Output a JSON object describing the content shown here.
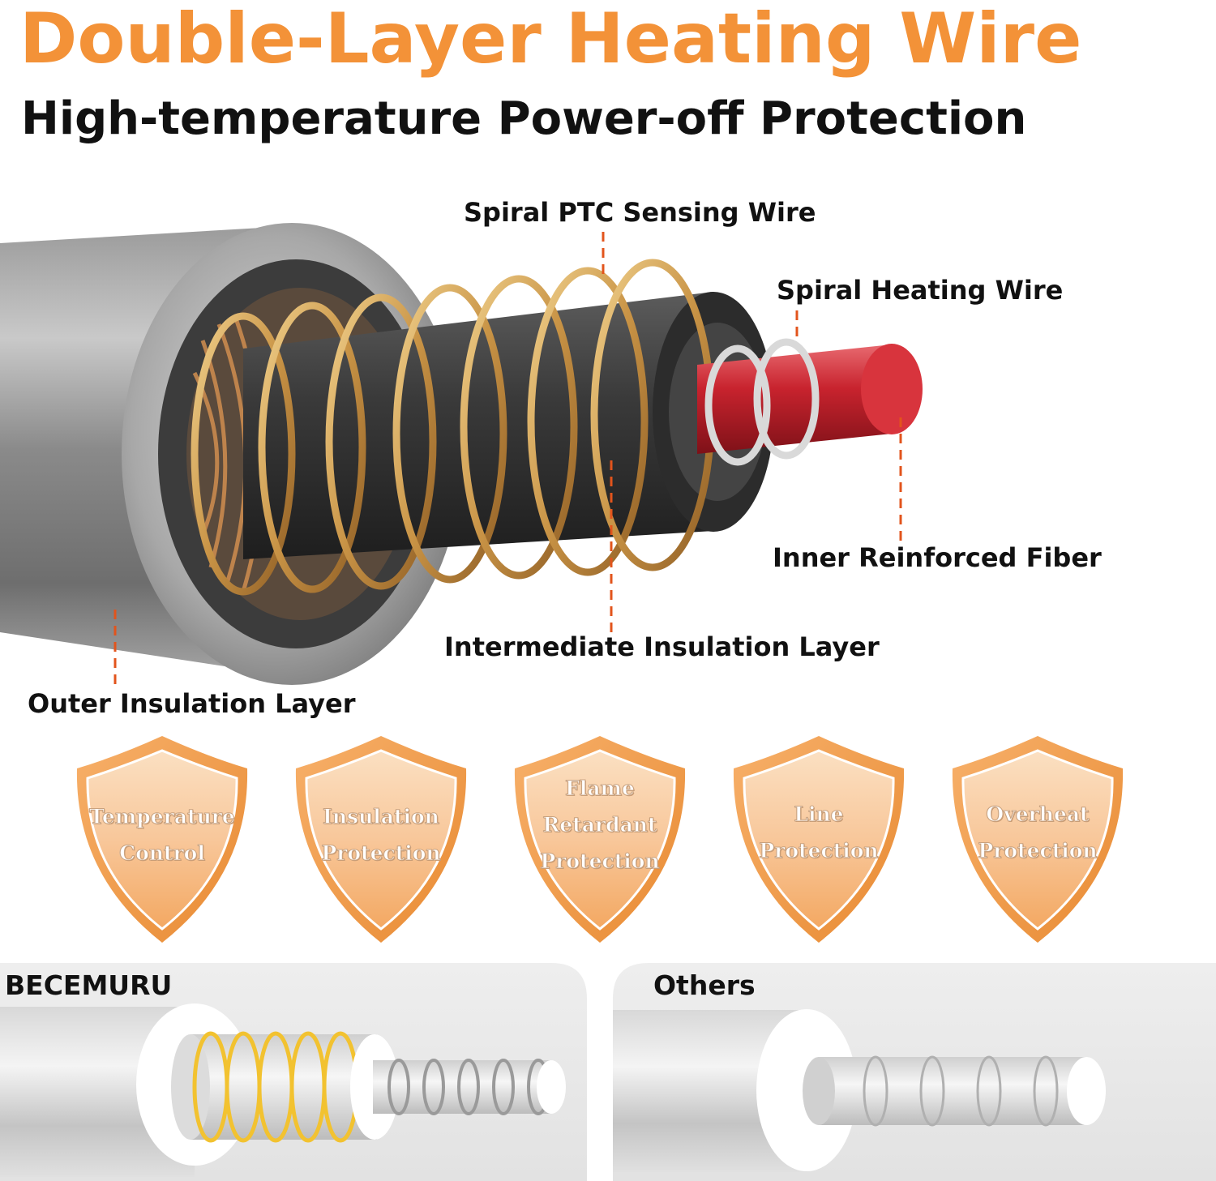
{
  "header": {
    "title": "Double-Layer Heating Wire",
    "subtitle": "High-temperature Power-off Protection"
  },
  "callouts": {
    "ptc": "Spiral PTC Sensing Wire",
    "heating": "Spiral Heating Wire",
    "fiber": "Inner Reinforced Fiber",
    "intermediate": "Intermediate Insulation Layer",
    "outer": "Outer Insulation Layer"
  },
  "shields": [
    {
      "line1": "Temperature",
      "line2": "Control",
      "line3": ""
    },
    {
      "line1": "Insulation",
      "line2": "Protection",
      "line3": ""
    },
    {
      "line1": "Flame",
      "line2": "Retardant",
      "line3": "Protection"
    },
    {
      "line1": "Line",
      "line2": "Protection",
      "line3": ""
    },
    {
      "line1": "Overheat",
      "line2": "Protection",
      "line3": ""
    }
  ],
  "comparison": {
    "left_label": "BECEMURU",
    "right_label": "Others"
  },
  "colors": {
    "accent_orange": "#f39238",
    "leader_orange": "#e2541c",
    "copper": "#c98a4e",
    "red_core": "#c8232e",
    "yellow_coil": "#f2c230"
  }
}
